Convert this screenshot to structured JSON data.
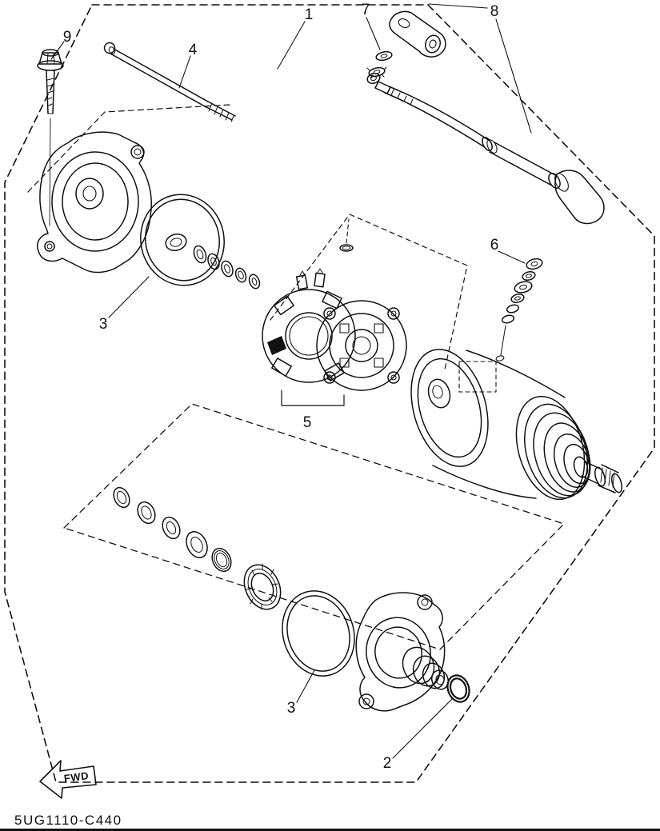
{
  "diagram": {
    "part_code": "5UG1110-C440",
    "fwd_label": "FWD",
    "colors": {
      "line": "#111111",
      "background": "#ffffff"
    },
    "callouts": {
      "c1": "1",
      "c2": "2",
      "c3_upper": "3",
      "c3_lower": "3",
      "c4": "4",
      "c5": "5",
      "c6": "6",
      "c7": "7",
      "c8": "8",
      "c9": "9"
    }
  }
}
